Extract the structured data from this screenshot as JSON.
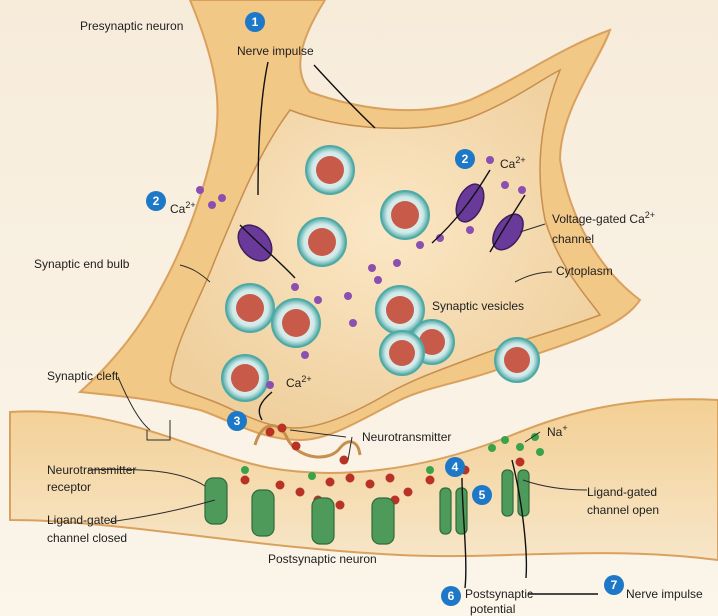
{
  "labels": {
    "presynaptic": "Presynaptic neuron",
    "nerve_impulse": "Nerve impulse",
    "ca": "Ca",
    "ca_charge": "2+",
    "voltage_gated_a": "Voltage-gated Ca",
    "voltage_gated_sup": "2+",
    "voltage_gated_b": "channel",
    "end_bulb": "Synaptic end bulb",
    "cytoplasm": "Cytoplasm",
    "vesicles": "Synaptic vesicles",
    "cleft": "Synaptic cleft",
    "neurotransmitter": "Neurotransmitter",
    "na": "Na",
    "na_charge": "+",
    "receptor_a": "Neurotransmitter",
    "receptor_b": "receptor",
    "closed_a": "Ligand-gated",
    "closed_b": "channel closed",
    "open_a": "Ligand-gated",
    "open_b": "channel open",
    "postsynaptic_neuron": "Postsynaptic neuron",
    "postsynaptic_potential_a": "Postsynaptic",
    "postsynaptic_potential_b": "potential",
    "nerve_impulse_out": "Nerve impulse"
  },
  "steps": [
    "1",
    "2",
    "2",
    "3",
    "4",
    "5",
    "6",
    "7"
  ],
  "colors": {
    "membrane": "#f2c886",
    "membrane_dark": "#d9a15d",
    "cytoplasm": "#f6dbb0",
    "vesicle_ring": "#5fb7b3",
    "vesicle_core": "#c85a4a",
    "calcium": "#8b4fb0",
    "channel": "#6a3a9a",
    "receptor": "#4e9a5b",
    "neurotransmitter": "#b83226",
    "sodium": "#3aa34a",
    "step_badge": "#1e78c8"
  }
}
